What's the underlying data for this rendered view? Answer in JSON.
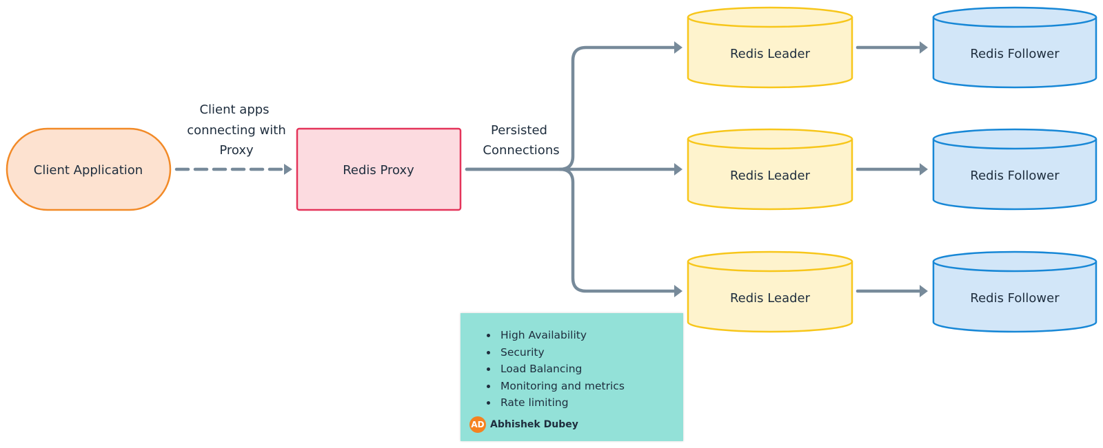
{
  "diagram": {
    "colors": {
      "client_fill": "#fde2d0",
      "client_stroke": "#f28a27",
      "proxy_fill": "#fcdbe0",
      "proxy_stroke": "#e4345a",
      "leader_fill": "#fef3cd",
      "leader_stroke": "#f7c61a",
      "follower_fill": "#d2e6f8",
      "follower_stroke": "#1787d6",
      "connector": "#778a9a",
      "note_fill": "#93e1d8",
      "avatar": "#f58220"
    },
    "client": {
      "label": "Client Application"
    },
    "client_edge_label": [
      "Client apps",
      "connecting with",
      "Proxy"
    ],
    "proxy": {
      "label": "Redis Proxy"
    },
    "proxy_edge_label": [
      "Persisted",
      "Connections"
    ],
    "leaders": [
      {
        "label": "Redis Leader"
      },
      {
        "label": "Redis Leader"
      },
      {
        "label": "Redis Leader"
      }
    ],
    "followers": [
      {
        "label": "Redis Follower"
      },
      {
        "label": "Redis Follower"
      },
      {
        "label": "Redis Follower"
      }
    ]
  },
  "note": {
    "items": [
      "High Availability",
      "Security",
      "Load Balancing",
      "Monitoring and metrics",
      "Rate limiting"
    ],
    "author": {
      "initials": "AD",
      "name": "Abhishek Dubey"
    }
  }
}
